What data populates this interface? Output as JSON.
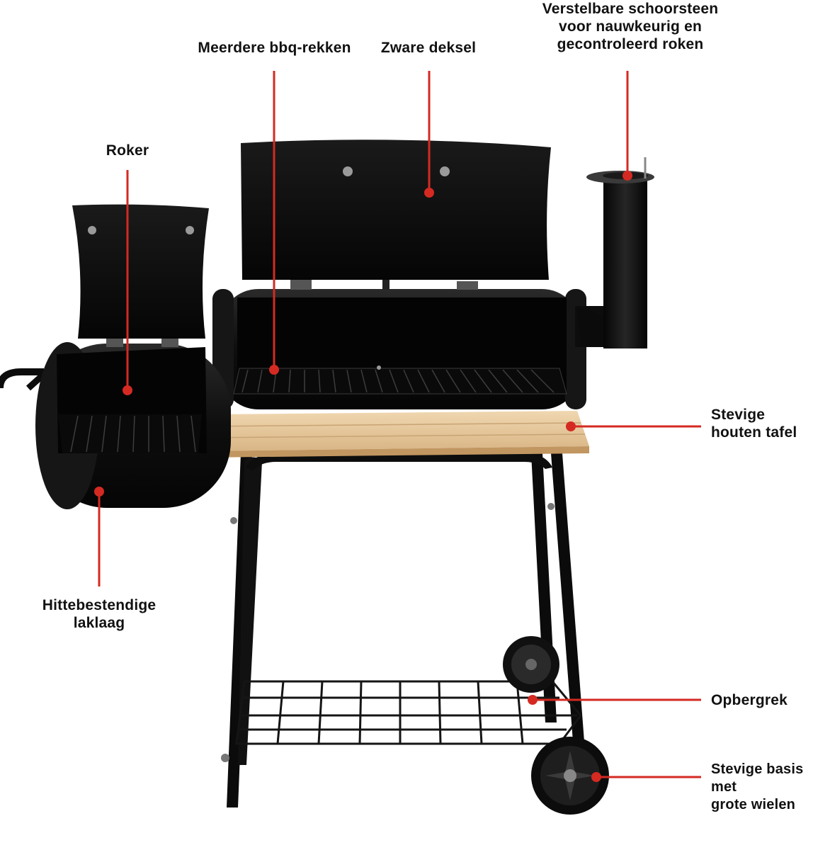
{
  "accent_color": "#d42a22",
  "callouts": {
    "chimney": {
      "text": "Verstelbare schoorsteen\nvoor nauwkeurig en\ngecontroleerd roken"
    },
    "racks": {
      "text": "Meerdere bbq-rekken"
    },
    "lid": {
      "text": "Zware deksel"
    },
    "smoker": {
      "text": "Roker"
    },
    "table": {
      "text": "Stevige\nhouten tafel"
    },
    "coating": {
      "text": "Hittebestendige\nlaklaag"
    },
    "storage": {
      "text": "Opbergrek"
    },
    "base": {
      "text": "Stevige basis met\ngrote wielen"
    }
  }
}
